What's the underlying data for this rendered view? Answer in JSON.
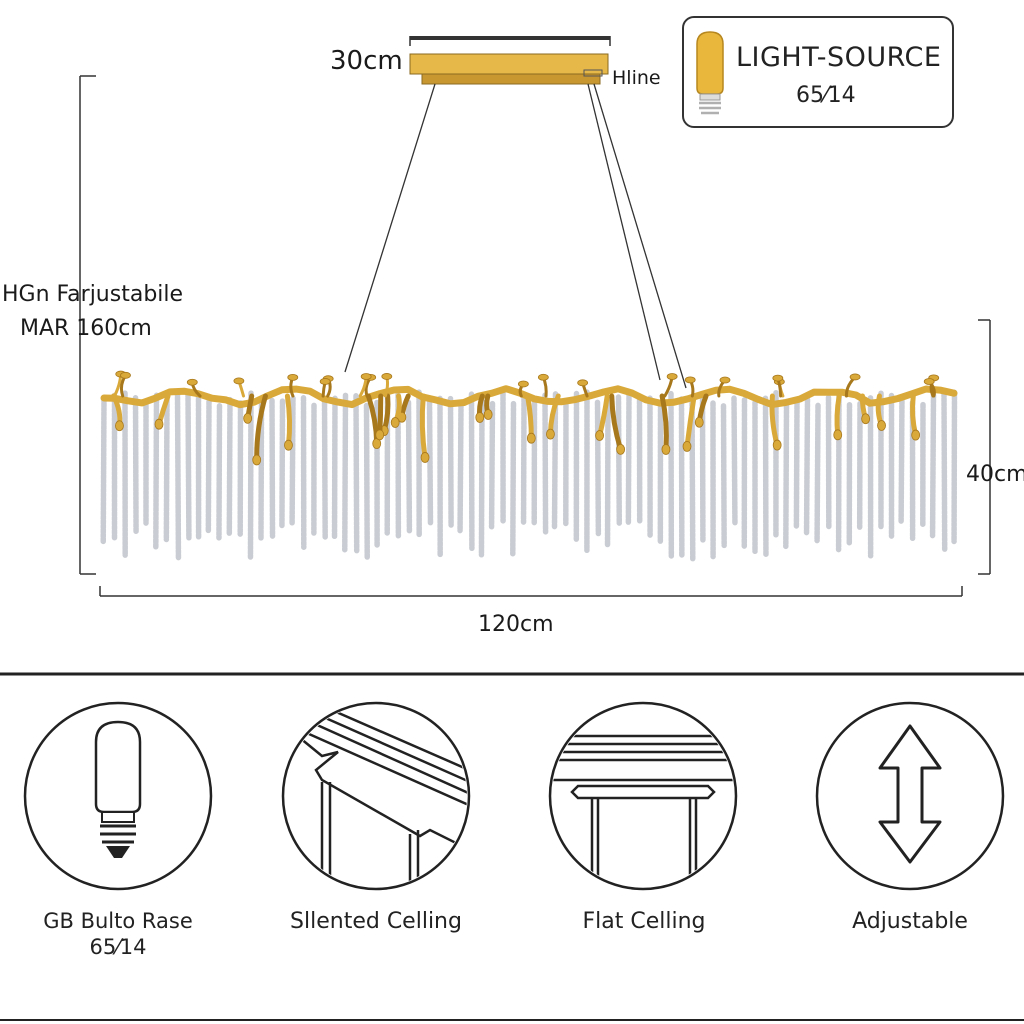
{
  "dimensions": {
    "canopy_width": "30cm",
    "canopy_note": "Hline",
    "height_label_line1": "HGn Farjustabile",
    "height_label_line2": "MAR 160cm",
    "body_height": "40cm",
    "body_width": "120cm"
  },
  "light_source": {
    "title": "LIGHT-SOURCE",
    "value": "65⁄14",
    "icon": "bulb-icon"
  },
  "features": [
    {
      "label_line1": "GB Bulto Rase",
      "label_line2": "65⁄14",
      "icon": "bulb-icon"
    },
    {
      "label_line1": "Sllented Celling",
      "label_line2": "",
      "icon": "slanted-ceiling-icon"
    },
    {
      "label_line1": "Flat Celling",
      "label_line2": "",
      "icon": "flat-ceiling-icon"
    },
    {
      "label_line1": "Adjustable",
      "label_line2": "",
      "icon": "adjustable-arrow-icon"
    }
  ],
  "colors": {
    "gold": "#d9a93a",
    "gold_dark": "#a8781c",
    "crystal": "#c9ccd2",
    "line": "#333333"
  }
}
